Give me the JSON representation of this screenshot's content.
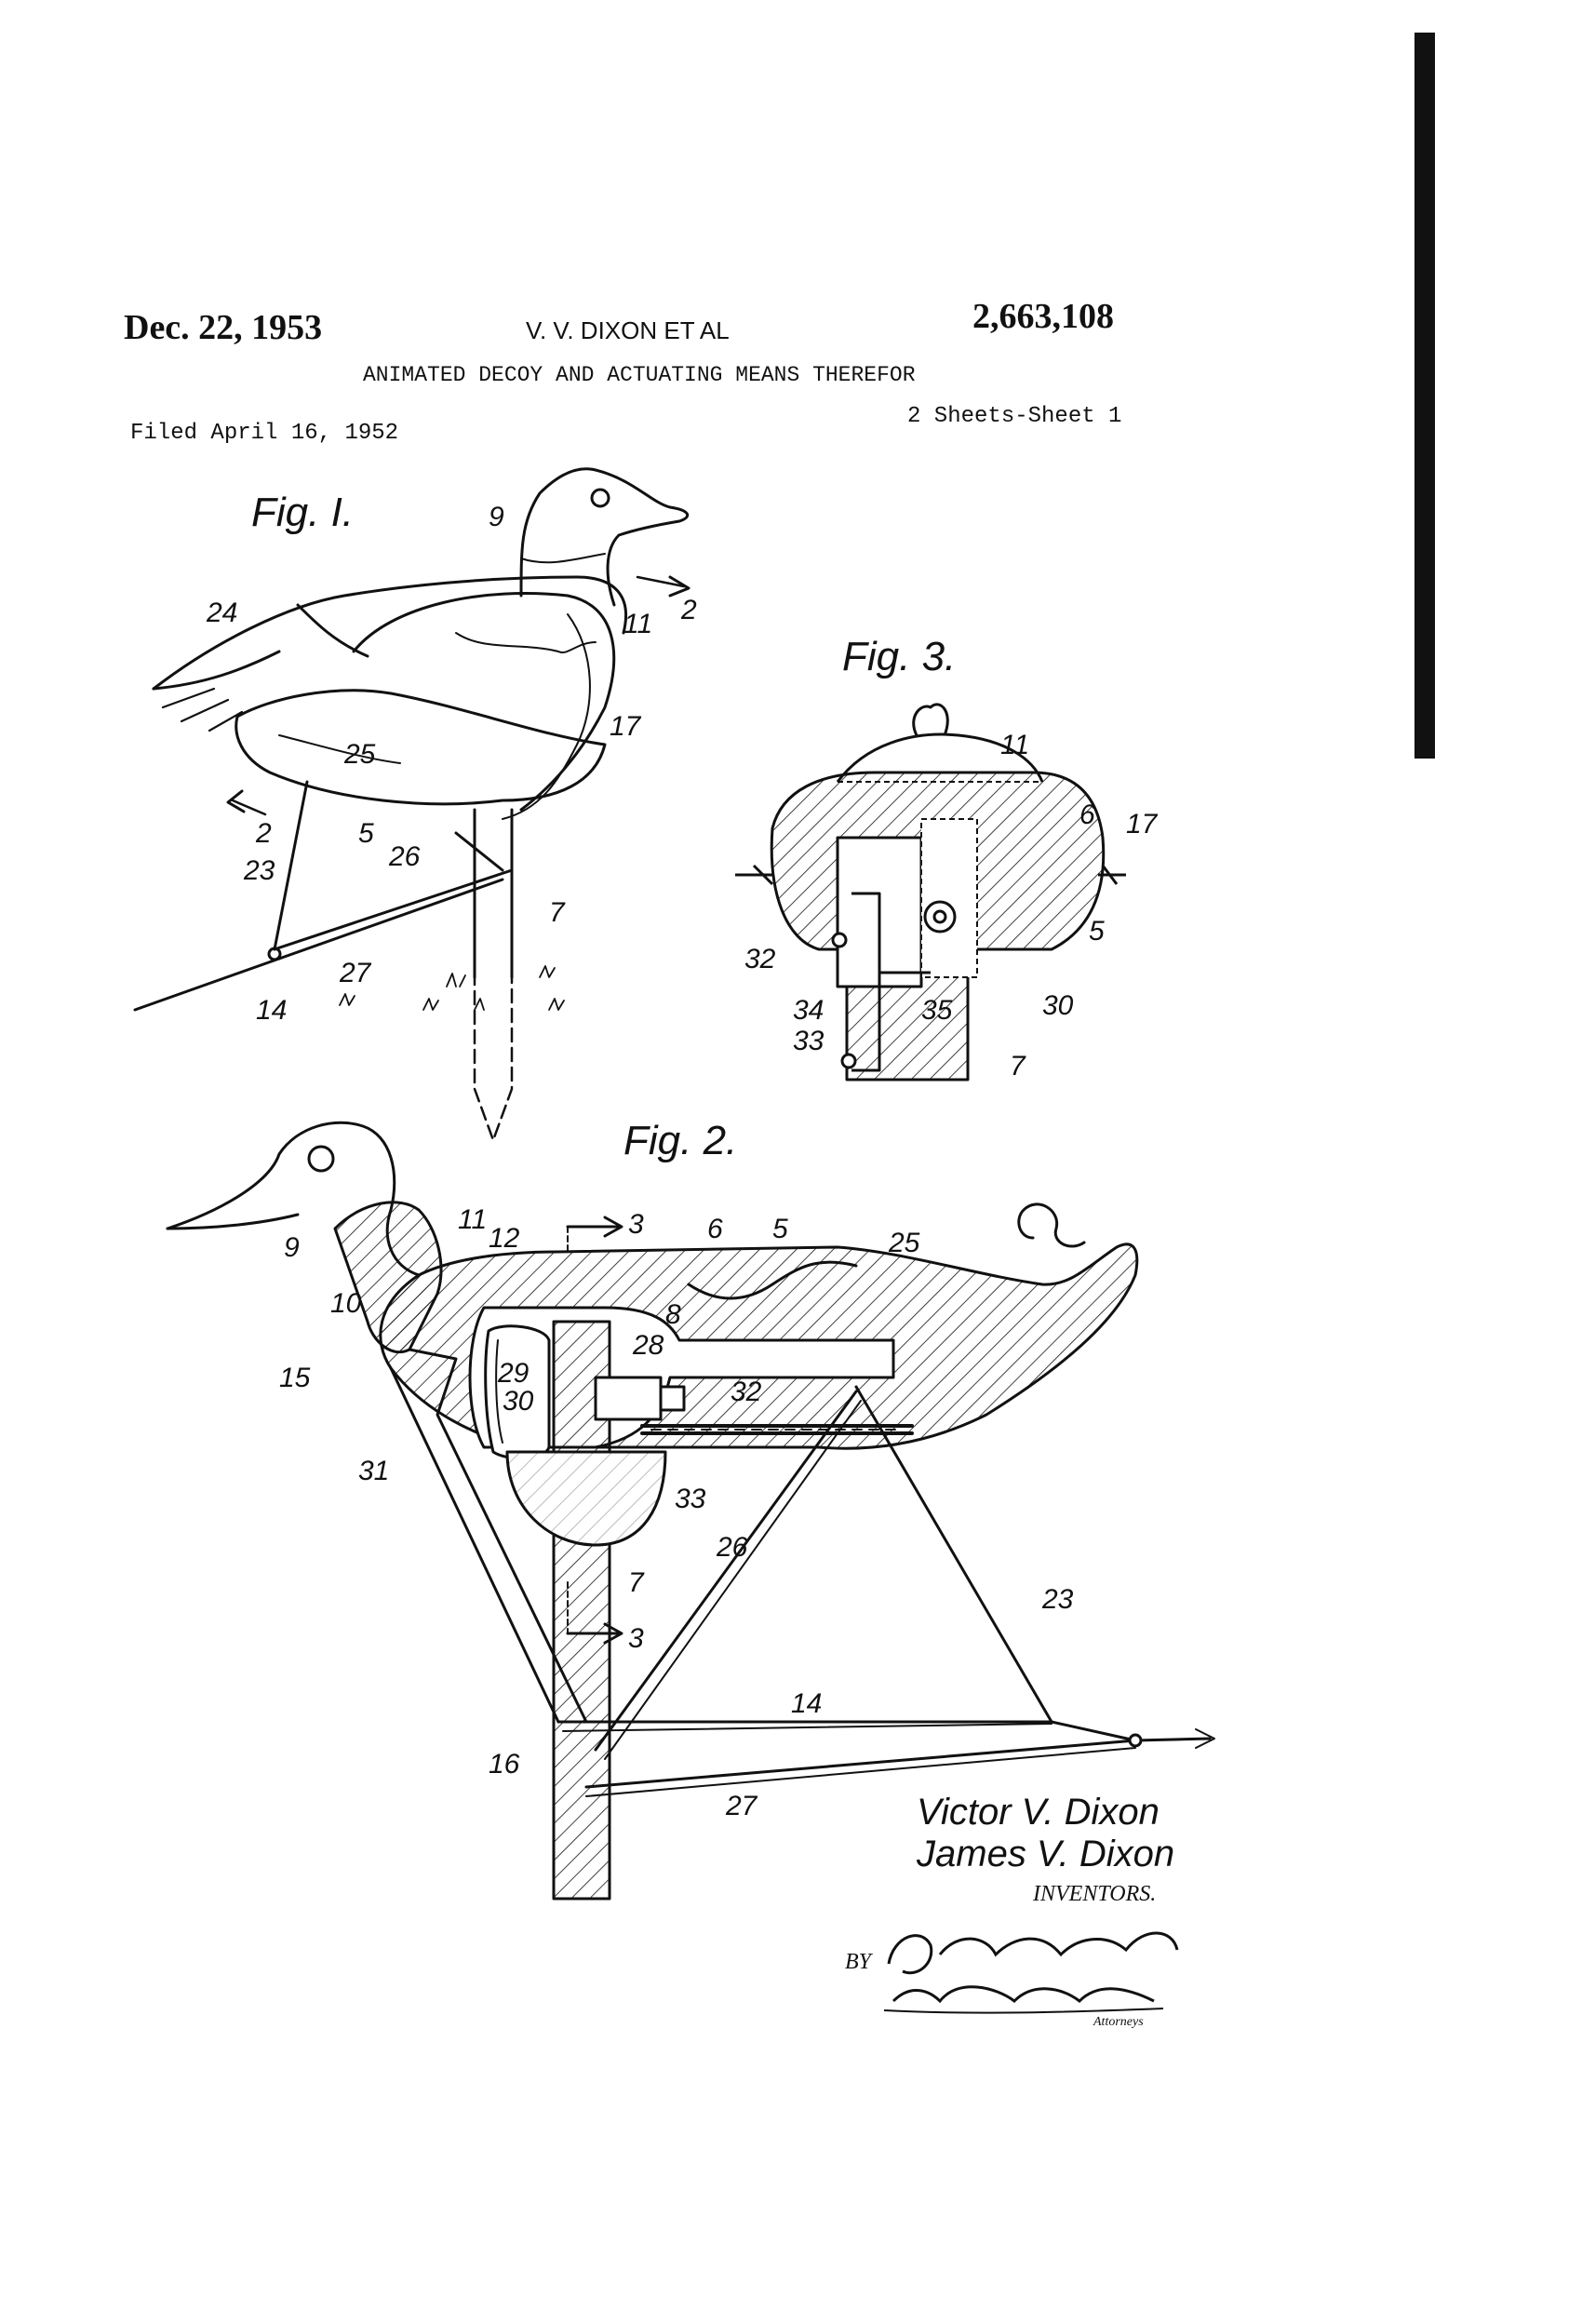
{
  "header": {
    "date": "Dec. 22, 1953",
    "inventor": "V. V. DIXON ET AL",
    "patent_number": "2,663,108",
    "title": "ANIMATED DECOY AND ACTUATING MEANS THEREFOR",
    "filed": "Filed April 16, 1952",
    "sheets": "2 Sheets-Sheet 1"
  },
  "figures": {
    "fig1": {
      "caption": "Fig. I.",
      "refs": [
        "9",
        "2",
        "11",
        "24",
        "17",
        "25",
        "5",
        "2",
        "26",
        "23",
        "7",
        "27",
        "14"
      ]
    },
    "fig3": {
      "caption": "Fig. 3.",
      "refs": [
        "11",
        "6",
        "17",
        "5",
        "32",
        "30",
        "34",
        "35",
        "33",
        "7"
      ]
    },
    "fig2": {
      "caption": "Fig. 2.",
      "refs": [
        "3",
        "6",
        "5",
        "25",
        "11",
        "12",
        "9",
        "10",
        "8",
        "28",
        "15",
        "29",
        "30",
        "32",
        "31",
        "33",
        "26",
        "7",
        "23",
        "3",
        "14",
        "16",
        "27"
      ]
    }
  },
  "inventors": {
    "names": [
      "Victor V. Dixon",
      "James V. Dixon"
    ],
    "label": "INVENTORS.",
    "by": "BY",
    "attorney_signature": [
      "Clarence A. O'Brien",
      "and Harvey B. Jacobson"
    ],
    "attorneys_label": "Attorneys"
  },
  "colors": {
    "ink": "#111111",
    "paper": "#ffffff"
  }
}
